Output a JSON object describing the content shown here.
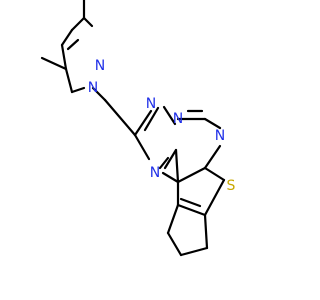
{
  "molecule": {
    "atoms": [
      {
        "id": "N1",
        "label": "N",
        "color": "#2030e8"
      },
      {
        "id": "N2",
        "label": "N",
        "color": "#2030e8"
      },
      {
        "id": "N3",
        "label": "N",
        "color": "#2030e8"
      },
      {
        "id": "N4",
        "label": "N",
        "color": "#2030e8"
      },
      {
        "id": "N5",
        "label": "N",
        "color": "#2030e8"
      },
      {
        "id": "N6",
        "label": "N",
        "color": "#2030e8"
      },
      {
        "id": "S1",
        "label": "S",
        "color": "#c8a800"
      }
    ],
    "bond_color": "#000000"
  }
}
